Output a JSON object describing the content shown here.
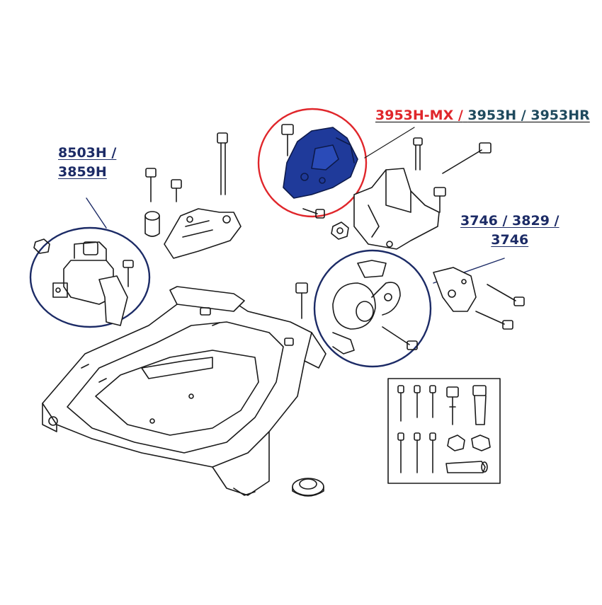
{
  "colors": {
    "line": "#1a1a1a",
    "red_circle": "#e0262b",
    "navy_circle": "#1c2b66",
    "highlight_part": "#1f3a9a",
    "label_red": "#e0262b",
    "label_teal": "#1f4a5e",
    "label_navy": "#1c2b66"
  },
  "labels": {
    "left_mount": {
      "line1": "8503H /",
      "line2": "3859H"
    },
    "top_mount": {
      "red_part": "3953H-MX /",
      "teal_part": "3953H / 3953HR"
    },
    "right_mount": {
      "line1": "3746 / 3829 /",
      "line2": "3746"
    }
  },
  "icons": [
    "bolt-icon",
    "nut-icon",
    "bushing-icon",
    "stud-icon",
    "washer-icon"
  ]
}
